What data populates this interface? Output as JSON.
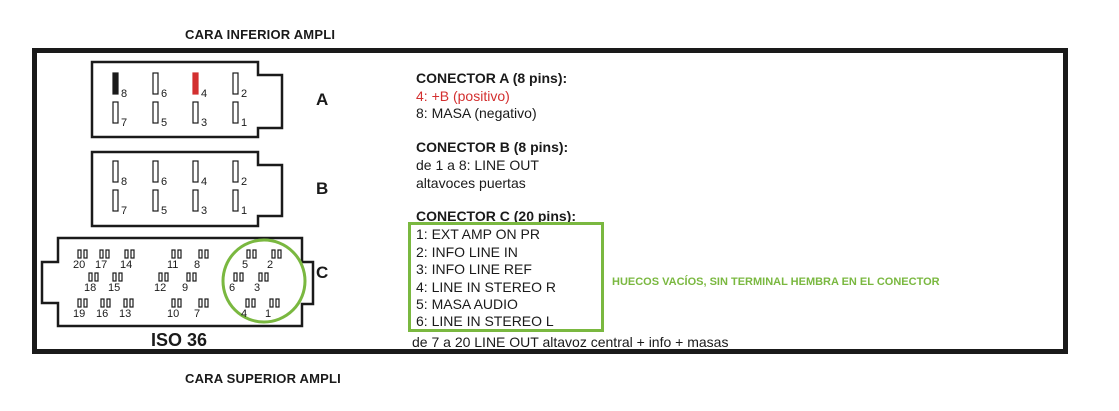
{
  "top_caption": "CARA INFERIOR AMPLI",
  "bottom_caption": "CARA SUPERIOR AMPLI",
  "connector_a": {
    "label": "A",
    "pins_top": [
      "8",
      "6",
      "4",
      "2"
    ],
    "pins_bottom": [
      "7",
      "5",
      "3",
      "1"
    ],
    "heading": "CONECTOR A (8 pins):",
    "line1": "4: +B (positivo)",
    "line2": "8: MASA (negativo)"
  },
  "connector_b": {
    "label": "B",
    "pins_top": [
      "8",
      "6",
      "4",
      "2"
    ],
    "pins_bottom": [
      "7",
      "5",
      "3",
      "1"
    ],
    "heading": "CONECTOR B (8 pins):",
    "line1": "de 1 a 8: LINE OUT",
    "line2": "altavoces puertas"
  },
  "connector_c": {
    "label": "C",
    "iso_label": "ISO 36",
    "heading": "CONECTOR C (20 pins):",
    "pins": [
      "1: EXT AMP ON PR",
      "2: INFO LINE IN",
      "3: INFO LINE REF",
      "4: LINE IN STEREO R",
      "5: MASA AUDIO",
      "6: LINE IN STEREO L"
    ],
    "footer": "de 7 a 20 LINE OUT altavoz central + info + masas",
    "grid_numbers": [
      "20",
      "17",
      "14",
      "11",
      "8",
      "5",
      "2",
      "18",
      "15",
      "12",
      "9",
      "6",
      "3",
      "19",
      "16",
      "13",
      "10",
      "7",
      "4",
      "1"
    ]
  },
  "note": "HUECOS VACÍOS,  SIN TERMINAL HEMBRA EN EL CONECTOR",
  "colors": {
    "accent_red": "#d32f2f",
    "accent_green": "#7ab840",
    "ink": "#1a1a1a"
  }
}
